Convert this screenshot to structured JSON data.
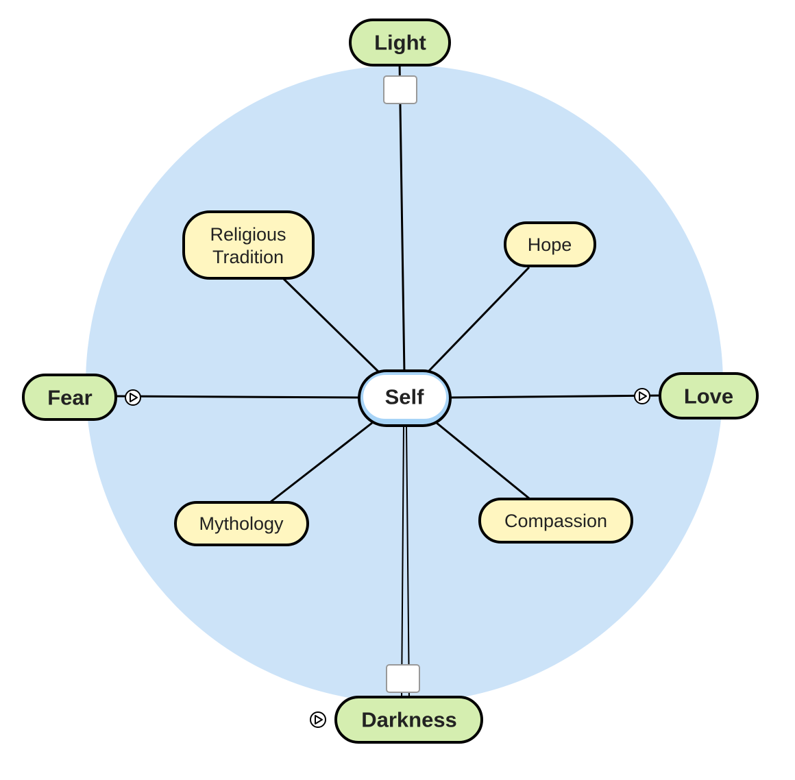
{
  "diagram": {
    "type": "concept-map",
    "colors": {
      "background_circle": "#cce3f8",
      "outer_node_fill": "#d5eeb0",
      "inner_node_fill": "#fff6c0",
      "center_node_fill": "#ffffff",
      "center_node_ring": "#a8d4f7",
      "stroke": "#000000",
      "text": "#222222"
    },
    "center": {
      "id": "self",
      "label": "Self"
    },
    "outer_nodes": [
      {
        "id": "light",
        "label": "Light"
      },
      {
        "id": "love",
        "label": "Love"
      },
      {
        "id": "darkness",
        "label": "Darkness"
      },
      {
        "id": "fear",
        "label": "Fear"
      }
    ],
    "inner_nodes": [
      {
        "id": "religious-tradition",
        "label": [
          "Religious",
          "Tradition"
        ]
      },
      {
        "id": "hope",
        "label": [
          "Hope"
        ]
      },
      {
        "id": "mythology",
        "label": [
          "Mythology"
        ]
      },
      {
        "id": "compassion",
        "label": [
          "Compassion"
        ]
      }
    ],
    "connections": [
      {
        "from": "self",
        "to": "light",
        "marker": "label-box"
      },
      {
        "from": "self",
        "to": "darkness",
        "marker": "label-box",
        "style": "double"
      },
      {
        "from": "self",
        "to": "love",
        "marker": "play-icon"
      },
      {
        "from": "self",
        "to": "fear",
        "marker": "play-icon"
      },
      {
        "from": "self",
        "to": "religious-tradition"
      },
      {
        "from": "self",
        "to": "hope"
      },
      {
        "from": "self",
        "to": "mythology"
      },
      {
        "from": "self",
        "to": "compassion"
      }
    ],
    "detached_markers": [
      {
        "near": "darkness",
        "marker": "play-icon"
      }
    ]
  }
}
